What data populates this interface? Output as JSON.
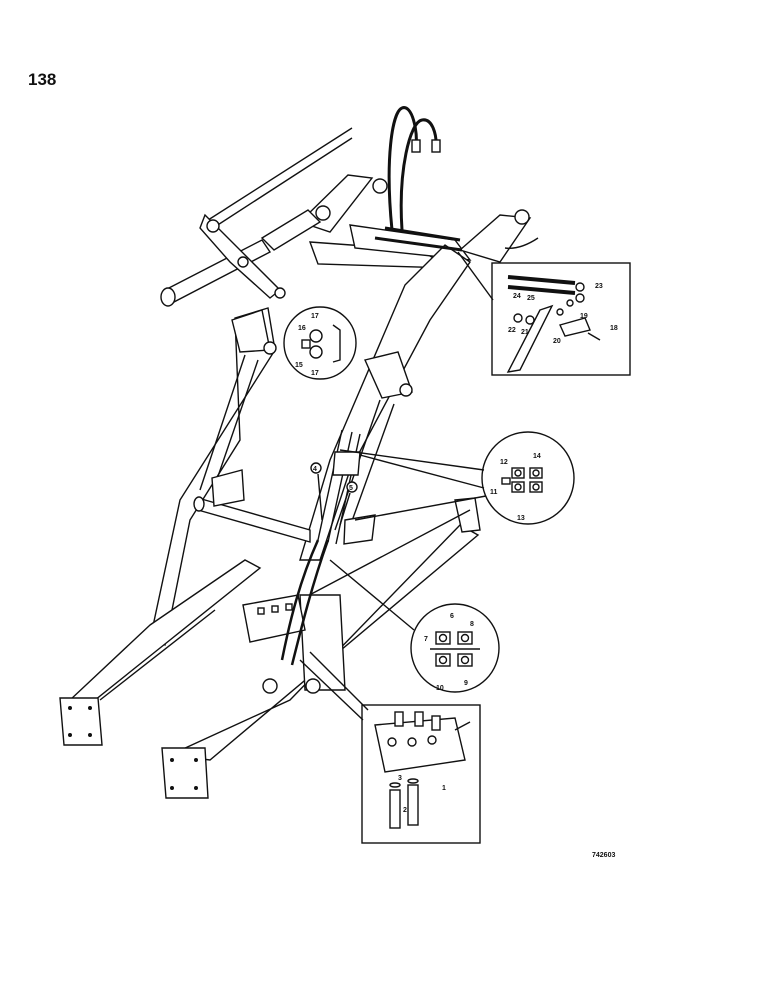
{
  "page": {
    "number": "138",
    "drawing_id": "742603"
  },
  "labels": {
    "hoses": {
      "l25": "25",
      "l24": "24",
      "l23": "23",
      "l22": "22",
      "l21": "21",
      "l20": "20",
      "l19": "19",
      "l18": "18"
    },
    "clamp_top": {
      "l17a": "17",
      "l16": "16",
      "l15": "15",
      "l17b": "17"
    },
    "clamp_mid": {
      "l12": "12",
      "l14": "14",
      "l11": "11",
      "l13": "13"
    },
    "clamp_low": {
      "l6": "6",
      "l8": "8",
      "l7": "7",
      "l10": "10",
      "l9": "9"
    },
    "valve": {
      "l3": "3",
      "l2": "2",
      "l1": "1"
    },
    "main": {
      "l4": "4",
      "l5": "5"
    }
  },
  "colors": {
    "ink": "#111111",
    "paper": "#ffffff"
  }
}
